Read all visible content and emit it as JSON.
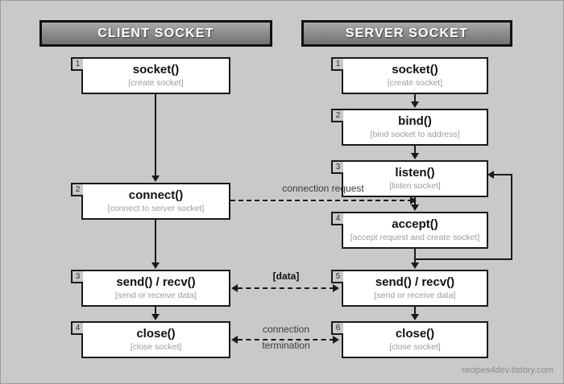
{
  "diagram": {
    "watermark": "recipes4dev.tistory.com",
    "columns": [
      {
        "id": "client",
        "title": "CLIENT SOCKET"
      },
      {
        "id": "server",
        "title": "SERVER SOCKET"
      }
    ],
    "client_nodes": [
      {
        "num": "1",
        "fn": "socket()",
        "desc": "[create socket]"
      },
      {
        "num": "2",
        "fn": "connect()",
        "desc": "[connect to server socket]"
      },
      {
        "num": "3",
        "fn": "send() / recv()",
        "desc": "[send or receive data]"
      },
      {
        "num": "4",
        "fn": "close()",
        "desc": "[close socket]"
      }
    ],
    "server_nodes": [
      {
        "num": "1",
        "fn": "socket()",
        "desc": "[create socket]"
      },
      {
        "num": "2",
        "fn": "bind()",
        "desc": "[bind socket to address]"
      },
      {
        "num": "3",
        "fn": "listen()",
        "desc": "[listen socket]"
      },
      {
        "num": "4",
        "fn": "accept()",
        "desc": "[accept request and create socket]"
      },
      {
        "num": "5",
        "fn": "send() / recv()",
        "desc": "[send or receive data]"
      },
      {
        "num": "6",
        "fn": "close()",
        "desc": "[close socket]"
      }
    ],
    "edge_labels": {
      "connection_request": "connection request",
      "data": "[data]",
      "termination_line1": "connection",
      "termination_line2": "termination"
    },
    "colors": {
      "background": "#c9c9c9",
      "node_fill": "#ffffff",
      "stroke": "#1a1a1a",
      "header_text": "#ffffff",
      "desc_text": "#9b9b9b"
    }
  }
}
